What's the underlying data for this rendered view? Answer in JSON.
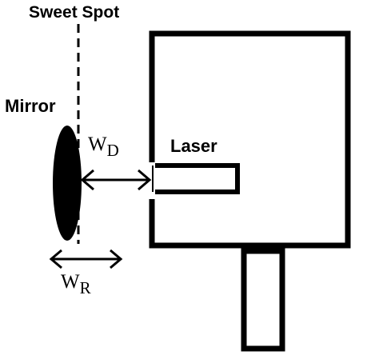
{
  "labels": {
    "sweet_spot": "Sweet Spot",
    "mirror": "Mirror",
    "laser": "Laser",
    "w_d_main": "W",
    "w_d_sub": "D",
    "w_r_main": "W",
    "w_r_sub": "R"
  },
  "colors": {
    "ink": "#000000",
    "background": "#ffffff"
  }
}
